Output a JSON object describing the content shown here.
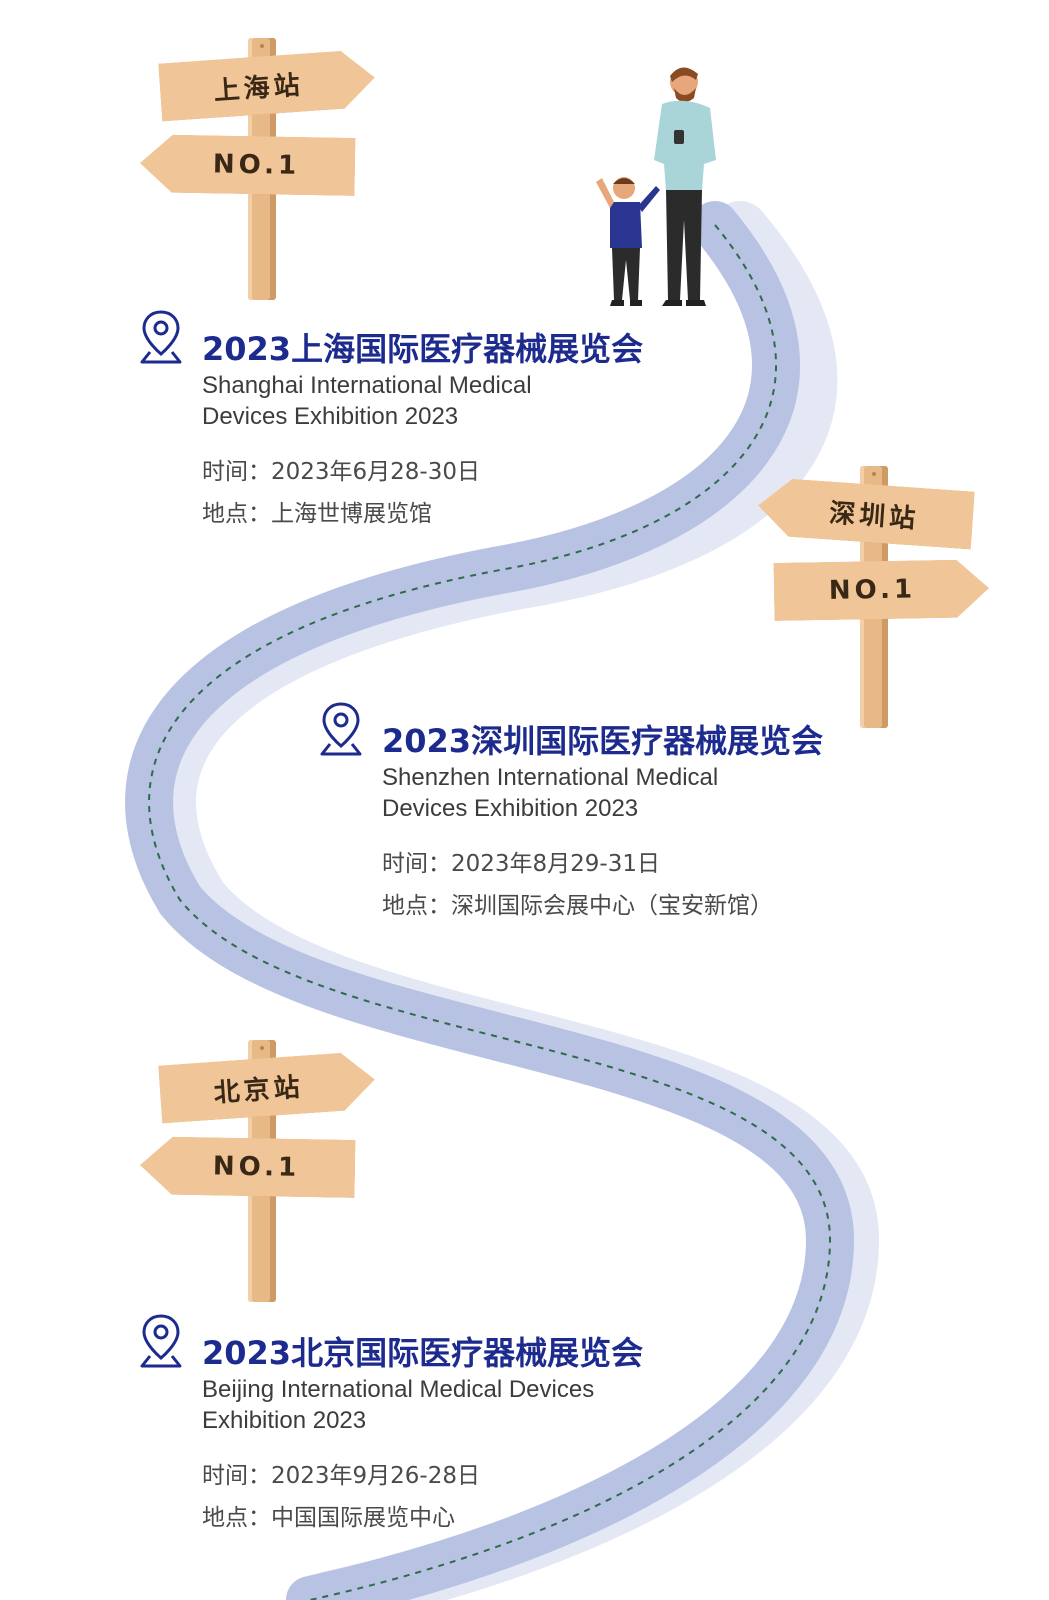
{
  "colors": {
    "road": "#b8c2e2",
    "road_shadow": "#e2e6f4",
    "title": "#1d2b8e",
    "sign_wood": "#f0c597",
    "post_wood": "#e7b987"
  },
  "signposts": [
    {
      "top_label": "上海站",
      "bottom_label": "NO.1"
    },
    {
      "top_label": "深圳站",
      "bottom_label": "NO.1"
    },
    {
      "top_label": "北京站",
      "bottom_label": "NO.1"
    }
  ],
  "events": [
    {
      "icon": "location-pin-icon",
      "title": "2023上海国际医疗器械展览会",
      "english": "Shanghai International Medical Devices Exhibition 2023",
      "time_label": "时间：",
      "time": "2023年6月28-30日",
      "venue_label": "地点：",
      "venue": "上海世博展览馆"
    },
    {
      "icon": "location-pin-icon",
      "title": "2023深圳国际医疗器械展览会",
      "english": "Shenzhen International Medical Devices Exhibition 2023",
      "time_label": "时间：",
      "time": "2023年8月29-31日",
      "venue_label": "地点：",
      "venue": "深圳国际会展中心（宝安新馆）"
    },
    {
      "icon": "location-pin-icon",
      "title": "2023北京国际医疗器械展览会",
      "english": "Beijing International Medical Devices Exhibition 2023",
      "time_label": "时间：",
      "time": "2023年9月26-28日",
      "venue_label": "地点：",
      "venue": "中国国际展览中心"
    }
  ]
}
